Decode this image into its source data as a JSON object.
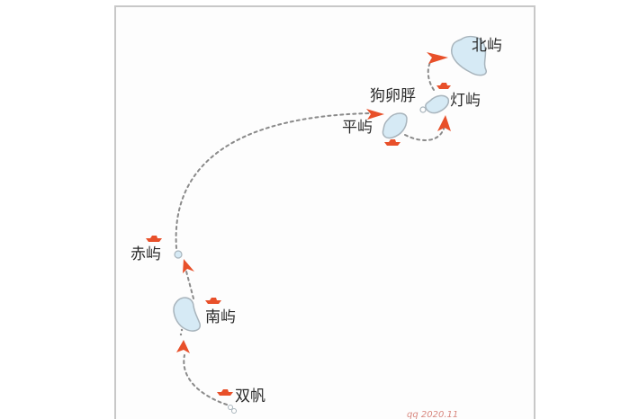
{
  "map": {
    "title": "",
    "colors": {
      "island_fill": "#d6eaf5",
      "island_stroke": "#a8b4bc",
      "route_dash": "#8a8a8a",
      "arrow": "#e8502a",
      "boat": "#e8502a",
      "frame": "#c8c8c8",
      "text": "#2a2a2a"
    },
    "places": [
      {
        "id": "shuangfan",
        "name": "双帆"
      },
      {
        "id": "nanyu",
        "name": "南屿"
      },
      {
        "id": "chiyu",
        "name": "赤屿"
      },
      {
        "id": "pingyu",
        "name": "平屿"
      },
      {
        "id": "gouluanpao",
        "name": "狗卵脬"
      },
      {
        "id": "dengyu",
        "name": "灯屿"
      },
      {
        "id": "beiyu",
        "name": "北屿"
      }
    ],
    "route_order": [
      "双帆",
      "南屿",
      "赤屿",
      "平屿",
      "狗卵脬",
      "灯屿",
      "北屿"
    ],
    "watermark": "qq 2020.11"
  }
}
